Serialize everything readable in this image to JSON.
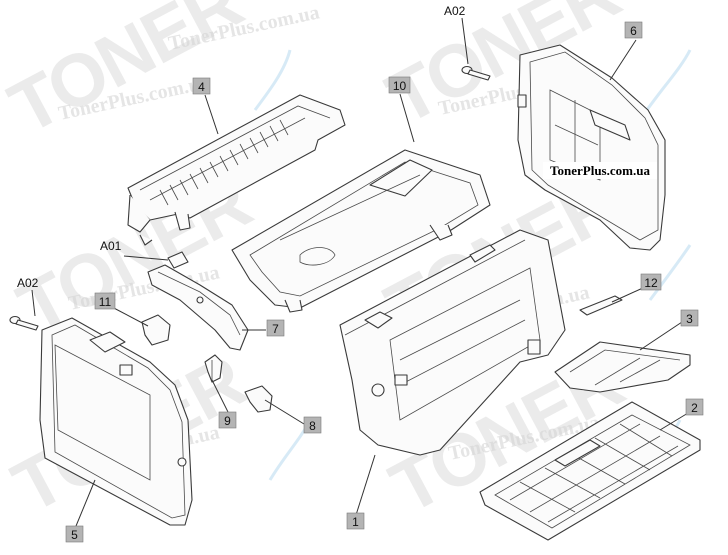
{
  "diagram": {
    "callouts": {
      "c1": "1",
      "c2": "2",
      "c3": "3",
      "c4": "4",
      "c5": "5",
      "c6": "6",
      "c7": "7",
      "c8": "8",
      "c9": "9",
      "c10": "10",
      "c11": "11",
      "c12": "12"
    },
    "refs": {
      "a01": "A01",
      "a02_top": "A02",
      "a02_left": "A02"
    },
    "site_tag": "TonerPlus.com.ua",
    "watermark": {
      "brand": "TONER",
      "url": "TonerPlus.com.ua"
    }
  }
}
